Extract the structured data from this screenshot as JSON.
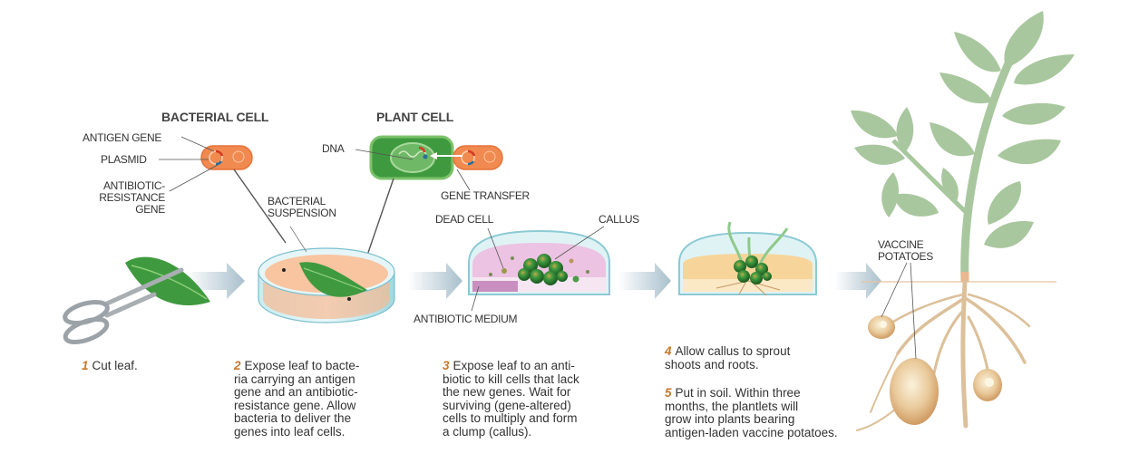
{
  "headers": {
    "bacterial_cell": "BACTERIAL CELL",
    "plant_cell": "PLANT CELL"
  },
  "labels": {
    "antigen_gene": "ANTIGEN GENE",
    "plasmid": "PLASMID",
    "antibiotic_resistance_gene": [
      "ANTIBIOTIC-",
      "RESISTANCE",
      "GENE"
    ],
    "dna": "DNA",
    "gene_transfer": "GENE TRANSFER",
    "bacterial_suspension": [
      "BACTERIAL",
      "SUSPENSION"
    ],
    "dead_cell": "DEAD CELL",
    "callus": "CALLUS",
    "antibiotic_medium": "ANTIBIOTIC MEDIUM",
    "vaccine_potatoes": [
      "VACCINE",
      "POTATOES"
    ]
  },
  "steps": [
    {
      "num": "1",
      "lines": [
        "Cut leaf."
      ]
    },
    {
      "num": "2",
      "lines": [
        "Expose leaf to bacte-",
        "ria carrying an antigen",
        "gene and an antibiotic-",
        "resistance gene. Allow",
        "bacteria to deliver the",
        "genes into leaf cells."
      ]
    },
    {
      "num": "3",
      "lines": [
        "Expose leaf to an anti-",
        "biotic to kill cells that lack",
        "the new genes. Wait for",
        "surviving (gene-altered)",
        "cells to multiply and form",
        "a clump (callus)."
      ]
    },
    {
      "num": "4",
      "lines": [
        "Allow callus to sprout",
        "shoots and roots."
      ]
    },
    {
      "num": "5",
      "lines": [
        "Put in soil. Within three",
        "months, the plantlets will",
        "grow into plants bearing",
        "antigen-laden vaccine potatoes."
      ]
    }
  ],
  "colors": {
    "step_number": "#c8782c",
    "bacteria_orange": "#f08a50",
    "plant_green": "#3f9a3f",
    "foliage_green": "#a9c79e",
    "root_tan": "#dcc09a",
    "arrow_blue": "#b8ccd6"
  }
}
